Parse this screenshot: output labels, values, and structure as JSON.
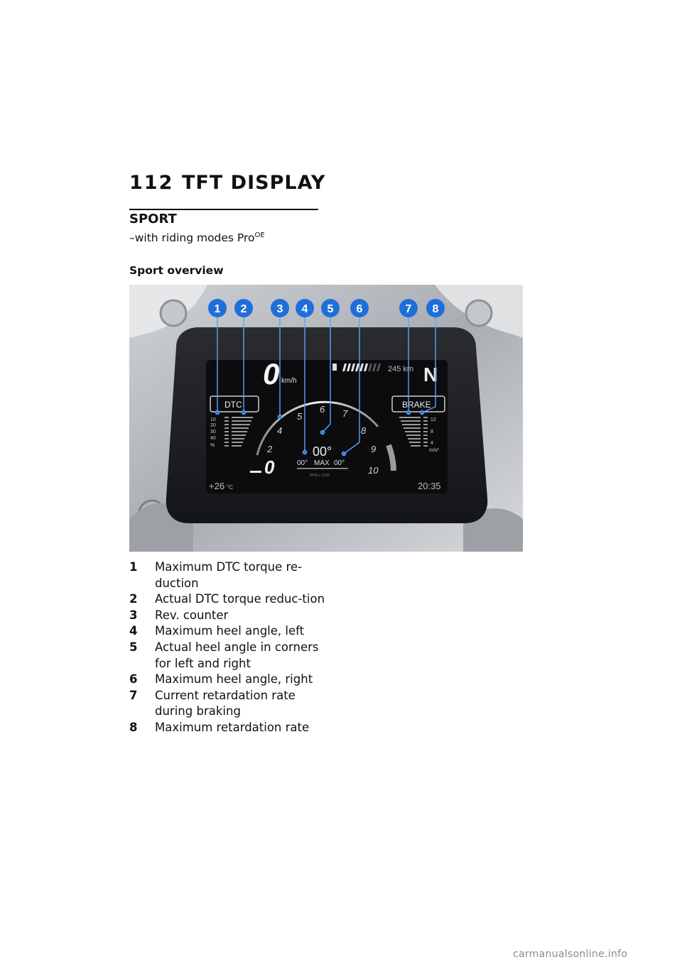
{
  "page": {
    "number": "112",
    "chapter": "TFT DISPLAY"
  },
  "section": {
    "title": "SPORT",
    "condition_text": "–with riding modes Pro",
    "condition_sup": "OE",
    "subheading": "Sport overview"
  },
  "display": {
    "speed": "0",
    "speed_unit": "km/h",
    "range": "245 km",
    "gear": "N",
    "dtc_label": "DTC",
    "dtc_scale": [
      "10",
      "20",
      "30",
      "40",
      "%"
    ],
    "brake_label": "BRAKE",
    "brake_scale": [
      "12",
      "8",
      "4",
      "m/s²"
    ],
    "rev_labels": [
      "2",
      "4",
      "5",
      "6",
      "7",
      "8",
      "9",
      "10"
    ],
    "gear_big": "0",
    "lean_center": "00°",
    "lean_left": "00°",
    "lean_max_label": "MAX",
    "lean_right": "00°",
    "rpm_unit": "RPM x 1000",
    "temperature": "+26",
    "temperature_unit": "°C",
    "time": "20:35",
    "callouts": [
      "1",
      "2",
      "3",
      "4",
      "5",
      "6",
      "7",
      "8"
    ],
    "colors": {
      "callout": "#1e6fd9",
      "screen": "#0c0c0e",
      "scale": "#d8d8d8"
    }
  },
  "legend": [
    {
      "num": "1",
      "text": "Maximum DTC torque re-duction"
    },
    {
      "num": "2",
      "text": "Actual DTC torque reduc-tion"
    },
    {
      "num": "3",
      "text": "Rev. counter"
    },
    {
      "num": "4",
      "text": "Maximum heel angle, left"
    },
    {
      "num": "5",
      "text": "Actual heel angle in corners for left and right"
    },
    {
      "num": "6",
      "text": "Maximum heel angle, right"
    },
    {
      "num": "7",
      "text": "Current retardation rate during braking"
    },
    {
      "num": "8",
      "text": "Maximum retardation rate"
    }
  ],
  "watermark": "carmanualsonline.info"
}
